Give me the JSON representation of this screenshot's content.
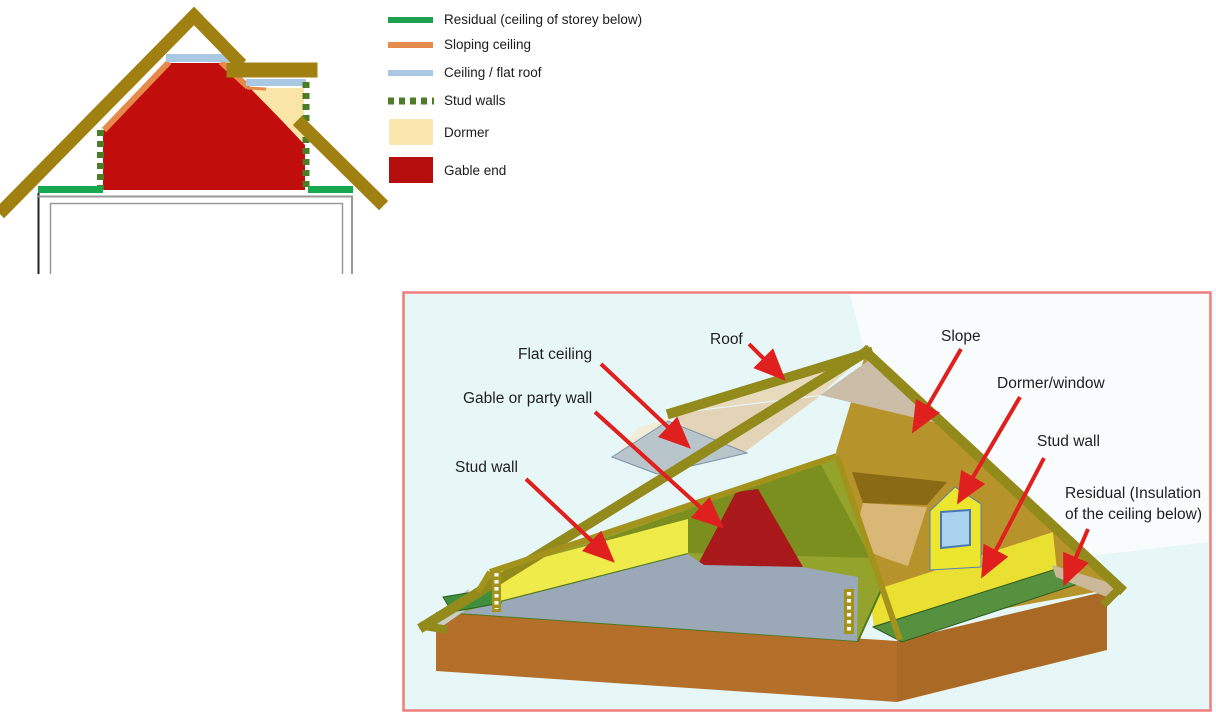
{
  "cross_section": {
    "colors": {
      "roof": "#a08010",
      "residual_green": "#17a850",
      "sloping_orange": "#e58a4b",
      "ceiling_blue": "#abc8e2",
      "stud_green": "#4c7d26",
      "dormer_cream": "#fae5a9",
      "gable_red": "#c20d0d",
      "wall_gray": "#999999"
    }
  },
  "legend": {
    "items": [
      {
        "id": "residual",
        "label": "Residual (ceiling of storey below)",
        "color": "#1ea050",
        "style": "bar"
      },
      {
        "id": "sloping-ceiling",
        "label": "Sloping ceiling",
        "color": "#e78a4d",
        "style": "bar"
      },
      {
        "id": "ceiling-flat-roof",
        "label": "Ceiling / flat roof",
        "color": "#abc8e2",
        "style": "bar"
      },
      {
        "id": "stud-walls",
        "label": "Stud walls",
        "color": "#4e7c28",
        "style": "dashed-bar"
      },
      {
        "id": "dormer",
        "label": "Dormer",
        "color": "#fbe7ad",
        "style": "rect"
      },
      {
        "id": "gable-end",
        "label": "Gable end",
        "color": "#b60d0d",
        "style": "rect"
      }
    ]
  },
  "figure_3d": {
    "background": "#e7f7f8",
    "border_color": "#f07d7d",
    "arrow_color": "#e01f1f",
    "labels": {
      "flat_ceiling": "Flat ceiling",
      "gable_or_party_wall": "Gable or party wall",
      "stud_wall_left": "Stud wall",
      "roof": "Roof",
      "slope": "Slope",
      "dormer_window": "Dormer/window",
      "stud_wall_right": "Stud wall",
      "residual_line1": "Residual (Insulation",
      "residual_line2": "of the ceiling below)"
    },
    "colors": {
      "roof_frame": "#938a1c",
      "slope_interior": "#b7932b",
      "back_roof_tan": "#e8dabc",
      "flat_ceiling_gray": "#b8c5cb",
      "inner_slope_green": "#93a32c",
      "gable_wall_red": "#a9191c",
      "stud_wall_yellow_left": "#eeeb4a",
      "stud_wall_yellow_right": "#e9e032",
      "residual_green": "#55913e",
      "floor_gray": "#9aa8b8",
      "base_brown": "#b4702a",
      "dormer_face_yellow": "#ece62f",
      "window_blue": "#a9d3ef"
    }
  }
}
